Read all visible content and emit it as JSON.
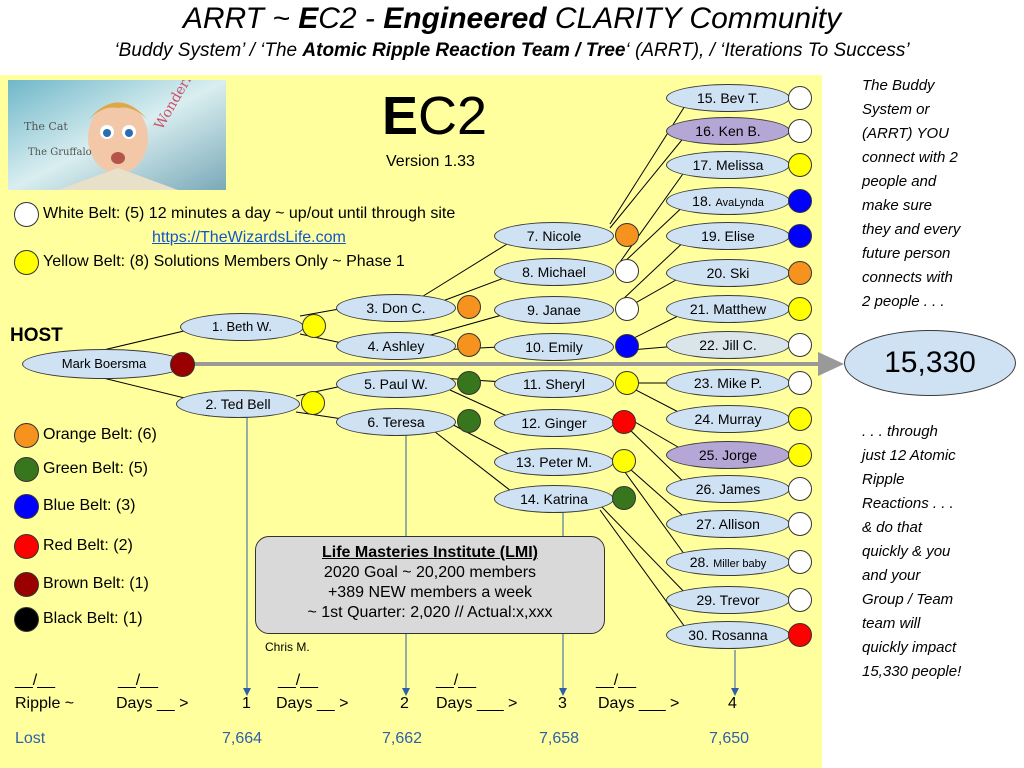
{
  "header": {
    "title_pre": "ARRT ~ ",
    "title_e": "E",
    "title_c2": "C2 - ",
    "title_engineered": "Engineered",
    "title_post": " CLARITY Community",
    "sub_1": "‘Buddy System’ / ‘The ",
    "sub_bold": "Atomic Ripple Reaction Team / Tree",
    "sub_2": "‘ (ARRT), / ‘Iterations To Success’"
  },
  "logo": {
    "e": "E",
    "c2": "C2",
    "version": "Version 1.33"
  },
  "belts_top": {
    "white": "White Belt: (5) 12 minutes a day ~ up/out until through site",
    "url": "https://TheWizardsLife.com",
    "yellow": "Yellow Belt: (8) Solutions Members Only ~ Phase 1"
  },
  "legend": [
    {
      "label": "Orange Belt: (6)",
      "color": "#f6921e"
    },
    {
      "label": "Green Belt: (5)",
      "color": "#38761d"
    },
    {
      "label": "Blue Belt: (3)",
      "color": "#0000ff"
    },
    {
      "label": "Red Belt: (2)",
      "color": "#ff0000"
    },
    {
      "label": "Brown Belt: (1)",
      "color": "#990000"
    },
    {
      "label": "Black Belt: (1)",
      "color": "#000000"
    }
  ],
  "host_label": "HOST",
  "host": "Mark Boersma",
  "level1": [
    "1. Beth W.",
    "2. Ted Bell"
  ],
  "level2": [
    "3. Don C.",
    "4. Ashley",
    "5. Paul W.",
    "6. Teresa"
  ],
  "level3": [
    "7. Nicole",
    "8. Michael",
    "9. Janae",
    "10. Emily",
    "11. Sheryl",
    "12. Ginger",
    "13. Peter M.",
    "14. Katrina"
  ],
  "level4": [
    "15. Bev T.",
    "16. Ken B.",
    "17. Melissa",
    "18. ",
    "19. Elise",
    "20. Ski",
    "21. Matthew",
    "22. Jill C.",
    "23. Mike P.",
    "24. Murray",
    "25. Jorge",
    "26. James",
    "27. Allison",
    "28. ",
    "29. Trevor",
    "30. Rosanna"
  ],
  "level4_small": {
    "n18": "AvaLynda",
    "n28": "Miller baby"
  },
  "total": "15,330",
  "side_top": [
    "The Buddy",
    "System or",
    "(ARRT) YOU",
    "connect with 2",
    "people and",
    "make sure",
    "they and every",
    "future person",
    "connects with",
    "2 people . . ."
  ],
  "side_bottom": [
    ". . . through",
    "just 12 Atomic",
    "Ripple",
    "Reactions . . .",
    "& do that",
    "quickly & you",
    "and your",
    "Group / Team",
    "team will",
    "quickly impact",
    "15,330 people!"
  ],
  "lmi": {
    "title": "Life Masteries Institute (LMI)",
    "line1": "2020 Goal ~ 20,200 members",
    "line2": "+389 NEW members a week",
    "line3": "~ 1st Quarter: 2,020 // Actual:x,xxx"
  },
  "author": "Chris M.",
  "bottom": {
    "slash": "__/__",
    "ripple": "Ripple ~",
    "days1": "Days __ >",
    "days2": "Days __ >",
    "days3": "Days ___ >",
    "days4": "Days ___ >",
    "n1": "1",
    "n2": "2",
    "n3": "3",
    "n4": "4",
    "lost_label": "Lost",
    "lost1": "7,664",
    "lost2": "7,662",
    "lost3": "7,658",
    "lost4": "7,650"
  }
}
